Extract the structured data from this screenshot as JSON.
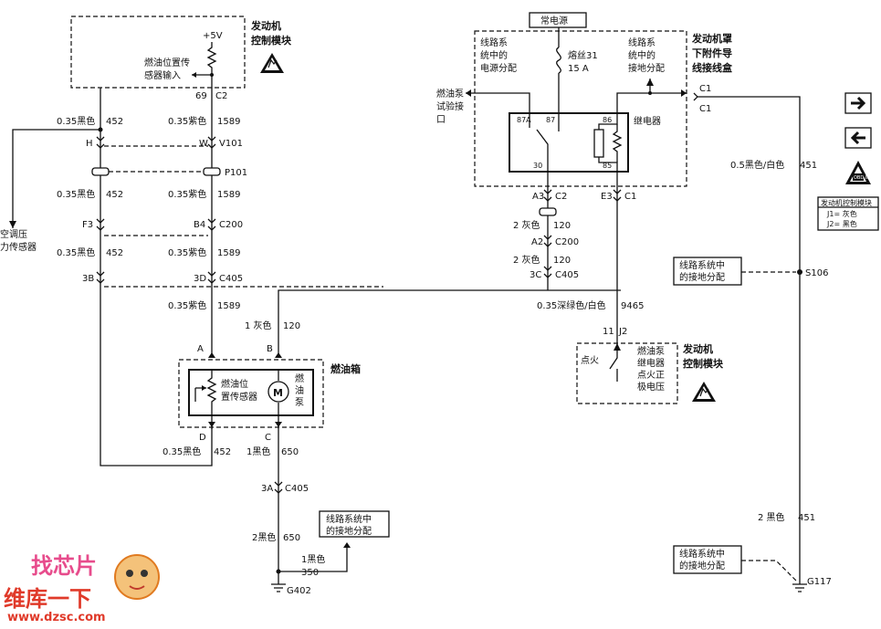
{
  "ecm_top": {
    "title_line1": "发动机",
    "title_line2": "控制模块",
    "plus5v": "+5V",
    "sensor_input_line1": "燃油位置传",
    "sensor_input_line2": "感器输入",
    "pin_69": "69",
    "conn_c2": "C2"
  },
  "left_wires": {
    "w1_gauge": "0.35黑色",
    "w1_num": "452",
    "w2_gauge": "0.35紫色",
    "w2_num": "1589",
    "pin_h": "H",
    "pin_w": "W",
    "conn_v101": "V101",
    "conn_p101": "P101",
    "w3_gauge": "0.35黑色",
    "w3_num": "452",
    "w4_gauge": "0.35紫色",
    "w4_num": "1589",
    "pin_f3": "F3",
    "pin_b4": "B4",
    "conn_c200": "C200",
    "w5_gauge": "0.35黑色",
    "w5_num": "452",
    "w6_gauge": "0.35紫色",
    "w6_num": "1589",
    "pin_3b": "3B",
    "pin_3d": "3D",
    "conn_c405": "C405",
    "w7_gauge": "0.35紫色",
    "w7_num": "1589",
    "ac_line1": "空调压",
    "ac_line2": "力传感器"
  },
  "tank": {
    "title": "燃油箱",
    "gray_wire": "1 灰色",
    "gray_num": "120",
    "pin_a": "A",
    "pin_b": "B",
    "pin_c": "C",
    "pin_d": "D",
    "sensor_line1": "燃油位",
    "sensor_line2": "置传感器",
    "pump_line1": "燃",
    "pump_line2": "油",
    "pump_line3": "泵",
    "motor": "M",
    "d_gauge": "0.35黑色",
    "d_num": "452",
    "c_gauge": "1黑色",
    "c_num": "650"
  },
  "ground_left": {
    "pin_3a": "3A",
    "conn_c405": "C405",
    "w_gauge": "2黑色",
    "w_num": "650",
    "branch_gauge": "1黑色",
    "branch_num": "350",
    "ground": "G402",
    "note_line1": "线路系统中",
    "note_line2": "的接地分配"
  },
  "fuse_block": {
    "power": "常电源",
    "power_dist_line1": "线路系",
    "power_dist_line2": "统中的",
    "power_dist_line3": "电源分配",
    "fuse_name": "熔丝31",
    "fuse_rating": "15 A",
    "ground_dist_line1": "线路系",
    "ground_dist_line2": "统中的",
    "ground_dist_line3": "接地分配",
    "title_line1": "发动机罩",
    "title_line2": "下附件导",
    "title_line3": "线接线盒",
    "test_line1": "燃油泵",
    "test_line2": "试验接",
    "test_line3": "口",
    "relay": "继电器",
    "t87a": "87A",
    "t87": "87",
    "t86": "86",
    "t30": "30",
    "t85": "85",
    "c1_top": "C1",
    "c1_bottom": "C1"
  },
  "mid_wires": {
    "pin_a3": "A3",
    "conn_c2": "C2",
    "pin_e3": "E3",
    "conn_c1": "C1",
    "w1_gauge": "2 灰色",
    "w1_num": "120",
    "pin_a2": "A2",
    "conn_c200": "C200",
    "w2_gauge": "2 灰色",
    "w2_num": "120",
    "pin_3c": "3C",
    "conn_c405": "C405",
    "w3_gauge": "0.35深绿色/白色",
    "w3_num": "9465"
  },
  "ecm_bottom": {
    "pin_11": "11",
    "conn_j2": "J2",
    "ignition": "点火",
    "relay_line1": "燃油泵",
    "relay_line2": "继电器",
    "relay_line3": "点火正",
    "relay_line4": "极电压",
    "title_line1": "发动机",
    "title_line2": "控制模块"
  },
  "right": {
    "w1_gauge": "0.5黑色/白色",
    "w1_num": "451",
    "splice": "S106",
    "note1_line1": "线路系统中",
    "note1_line2": "的接地分配",
    "w2_gauge": "2 黑色",
    "w2_num": "451",
    "ground": "G117",
    "note2_line1": "线路系统中",
    "note2_line2": "的接地分配",
    "obd": "OBD II",
    "legend_title": "发动机控制模块",
    "legend_j1": "J1= 灰色",
    "legend_j2": "J2= 黑色"
  },
  "watermark": {
    "brand": "找芯片",
    "site_line1": "维库一下",
    "site_line2": "www.dzsc.com"
  }
}
